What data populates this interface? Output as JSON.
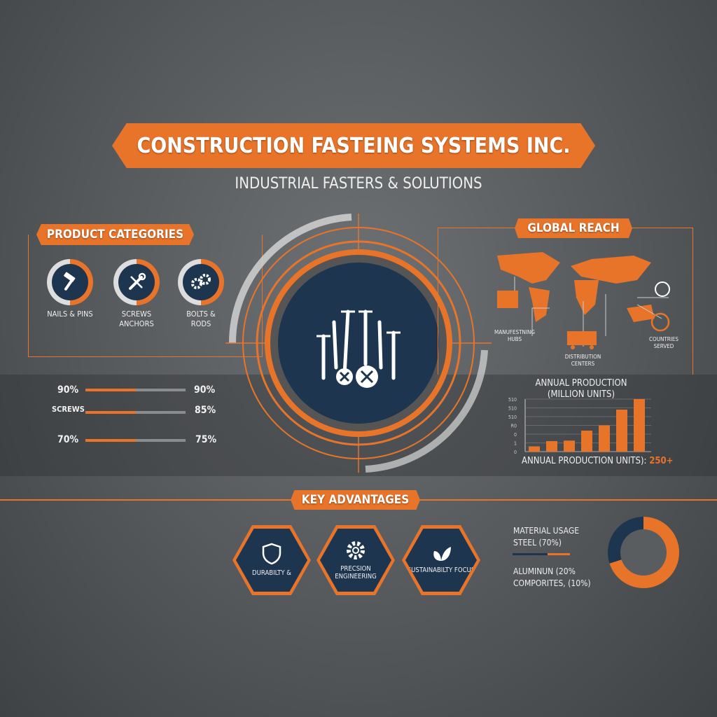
{
  "header": {
    "title": "CONSTRUCTION FASTEING SYSTEMS INC.",
    "subtitle": "INDUSTRIAL FASTERS & SOLUTIONS"
  },
  "product_categories": {
    "heading": "PRODUCT CATEGORIES",
    "items": [
      {
        "label": "NAILS & PINS",
        "icon": "hammer-icon"
      },
      {
        "label": "SCREWS ANCHORS",
        "icon": "wrench-screwdriver-icon"
      },
      {
        "label": "BOLTS & RODS",
        "icon": "gears-icon"
      }
    ]
  },
  "progress_rows": [
    {
      "left": "90%",
      "right": "90%",
      "fill": 0.5
    },
    {
      "left": "SCREWS",
      "right": "85%",
      "fill": 0.5
    },
    {
      "left": "70%",
      "right": "75%",
      "fill": 0.5
    }
  ],
  "global_reach": {
    "heading": "GLOBAL REACH",
    "labels": [
      "MANUFESTNING HUBS",
      "DISTRIBUTION CENTERS",
      "COUNTRIES SERVED"
    ]
  },
  "chart_data": {
    "type": "bar",
    "title": "ANNUAL PRODUCTION (MILLION UNITS)",
    "ytick_labels": [
      "0",
      "1",
      "0",
      "R0",
      "510",
      "510",
      "510"
    ],
    "values": [
      1,
      2,
      2.1,
      4,
      5,
      8,
      10
    ],
    "footer": "ANNUAL PRODUCTION UNITS):",
    "footer_value": "250+"
  },
  "key_advantages": {
    "heading": "KEY ADVANTAGES",
    "items": [
      {
        "label": "DURABILTY &",
        "icon": "shield-icon"
      },
      {
        "label": "PRECSION ENGINEERING",
        "icon": "gear-icon"
      },
      {
        "label": "SUSTAINABILTY FOCUS",
        "icon": "leaf-icon"
      }
    ]
  },
  "material_usage": {
    "heading": "MATERIAL USAGE",
    "steel": "STEEL (70%)",
    "aluminum": "ALUMINUN (20%",
    "composites": "COMPORITES, (10%)",
    "steel_share": 0.7
  },
  "colors": {
    "accent": "#e8742a",
    "navy": "#1e3550"
  }
}
